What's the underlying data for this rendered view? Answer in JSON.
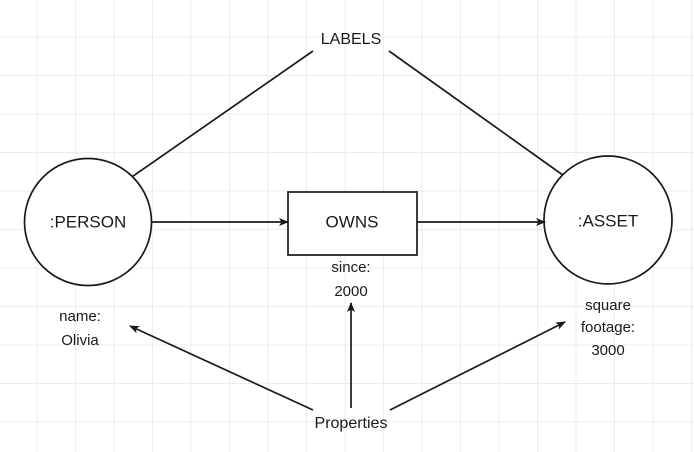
{
  "diagram": {
    "title_annotations": {
      "labels": "LABELS",
      "properties": "Properties"
    },
    "nodes": [
      {
        "id": "person",
        "shape": "circle",
        "label": ":PERSON"
      },
      {
        "id": "asset",
        "shape": "circle",
        "label": ":ASSET"
      }
    ],
    "relationship": {
      "id": "owns",
      "shape": "rectangle",
      "label": "OWNS"
    },
    "properties": [
      {
        "owner": "person",
        "key": "name:",
        "value": "Olivia"
      },
      {
        "owner": "owns",
        "key": "since:",
        "value": "2000"
      },
      {
        "owner": "asset",
        "key_line1": "square",
        "key_line2": "footage:",
        "value": "3000"
      }
    ],
    "colors": {
      "stroke": "#1a1a1a",
      "fill": "#ffffff",
      "grid": "#ececed",
      "background": "#ffffff"
    }
  }
}
